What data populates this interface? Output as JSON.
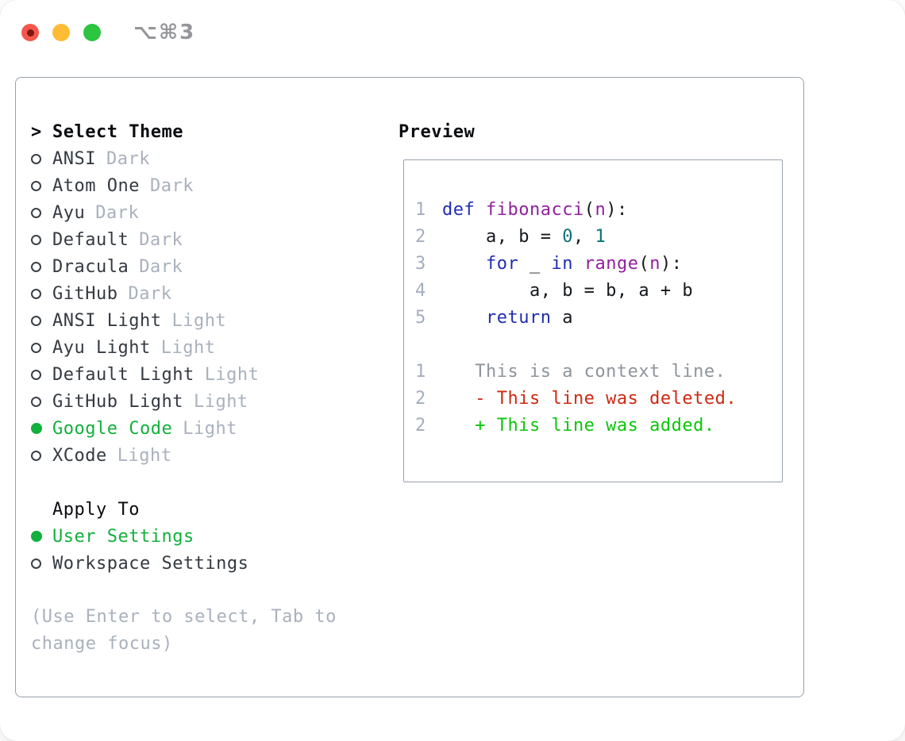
{
  "window": {
    "title": "⌥⌘3",
    "traffic_lights": [
      {
        "name": "close",
        "color": "#f4564d"
      },
      {
        "name": "minimize",
        "color": "#fdbc33"
      },
      {
        "name": "zoom",
        "color": "#2cc440"
      }
    ]
  },
  "theme_selector": {
    "header": {
      "marker": ">",
      "label": "Select Theme"
    },
    "items": [
      {
        "name": "ANSI",
        "variant": "Dark",
        "selected": false
      },
      {
        "name": "Atom One",
        "variant": "Dark",
        "selected": false
      },
      {
        "name": "Ayu",
        "variant": "Dark",
        "selected": false
      },
      {
        "name": "Default",
        "variant": "Dark",
        "selected": false
      },
      {
        "name": "Dracula",
        "variant": "Dark",
        "selected": false
      },
      {
        "name": "GitHub",
        "variant": "Dark",
        "selected": false
      },
      {
        "name": "ANSI Light",
        "variant": "Light",
        "selected": false
      },
      {
        "name": "Ayu Light",
        "variant": "Light",
        "selected": false
      },
      {
        "name": "Default Light",
        "variant": "Light",
        "selected": false
      },
      {
        "name": "GitHub Light",
        "variant": "Light",
        "selected": false
      },
      {
        "name": "Google Code",
        "variant": "Light",
        "selected": true
      },
      {
        "name": "XCode",
        "variant": "Light",
        "selected": false
      }
    ],
    "apply_to": {
      "label": "Apply To",
      "options": [
        {
          "label": "User Settings",
          "selected": true
        },
        {
          "label": "Workspace Settings",
          "selected": false
        }
      ]
    },
    "hint": "(Use Enter to select, Tab to change focus)"
  },
  "preview": {
    "label": "Preview",
    "lines": [
      {
        "num": "1",
        "tokens": [
          {
            "t": "def",
            "c": "kw"
          },
          {
            "t": " ",
            "c": "pl"
          },
          {
            "t": "fibonacci",
            "c": "fn"
          },
          {
            "t": "(",
            "c": "pl"
          },
          {
            "t": "n",
            "c": "fn"
          },
          {
            "t": "):",
            "c": "pl"
          }
        ]
      },
      {
        "num": "2",
        "tokens": [
          {
            "t": "    a, b = ",
            "c": "pl"
          },
          {
            "t": "0",
            "c": "nm"
          },
          {
            "t": ", ",
            "c": "pl"
          },
          {
            "t": "1",
            "c": "nm"
          }
        ]
      },
      {
        "num": "3",
        "tokens": [
          {
            "t": "    ",
            "c": "pl"
          },
          {
            "t": "for",
            "c": "kw"
          },
          {
            "t": " _ ",
            "c": "pl"
          },
          {
            "t": "in",
            "c": "kw"
          },
          {
            "t": " ",
            "c": "pl"
          },
          {
            "t": "range",
            "c": "fn"
          },
          {
            "t": "(",
            "c": "pl"
          },
          {
            "t": "n",
            "c": "fn"
          },
          {
            "t": "):",
            "c": "pl"
          }
        ]
      },
      {
        "num": "4",
        "tokens": [
          {
            "t": "        a, b = b, a + b",
            "c": "pl"
          }
        ]
      },
      {
        "num": "5",
        "tokens": [
          {
            "t": "    ",
            "c": "pl"
          },
          {
            "t": "return",
            "c": "kw"
          },
          {
            "t": " a",
            "c": "pl"
          }
        ]
      },
      {
        "num": "",
        "tokens": []
      },
      {
        "num": "1",
        "tokens": [
          {
            "t": "   This is a context line.",
            "c": "ctx"
          }
        ]
      },
      {
        "num": "2",
        "tokens": [
          {
            "t": "   - This line was deleted.",
            "c": "del"
          }
        ]
      },
      {
        "num": "2",
        "tokens": [
          {
            "t": "   + This line was added.",
            "c": "add"
          }
        ]
      }
    ]
  },
  "colors": {
    "accent_green": "#12b03c",
    "keyword_blue": "#202db3",
    "function_purple": "#92209e",
    "number_teal": "#0c7178",
    "context_gray": "#8f959c",
    "deleted_red": "#cc2a12",
    "added_green": "#0cc60c",
    "line_number_gray": "#a4adbe",
    "text_dark": "#343a41",
    "muted_gray": "#a9b1bd",
    "border_gray": "#99a1ac",
    "heading_black": "#0a0c10",
    "titlebar_gray": "#95969a"
  }
}
